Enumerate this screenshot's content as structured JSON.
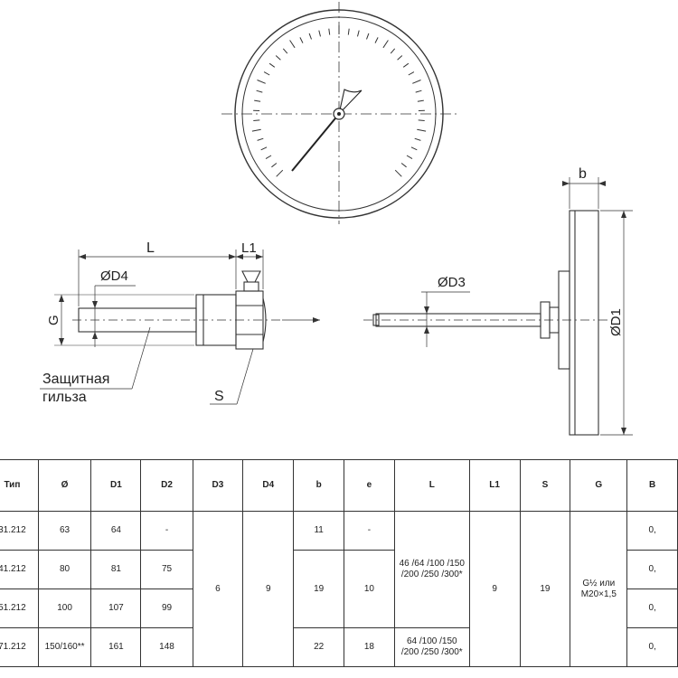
{
  "drawing": {
    "labels": {
      "L": "L",
      "L1": "L1",
      "D4": "ØD4",
      "G": "G",
      "sleeve_line1": "Защитная",
      "sleeve_line2": "гильза",
      "S": "S",
      "D3": "ØD3",
      "b": "b",
      "D1": "ØD1"
    }
  },
  "table": {
    "headers": [
      "Тип",
      "Ø",
      "D1",
      "D2",
      "D3",
      "D4",
      "b",
      "e",
      "L",
      "L1",
      "S",
      "G",
      "B"
    ],
    "rows": [
      [
        "31.212",
        "63",
        "64",
        "-",
        "11",
        "-",
        "0,"
      ],
      [
        "41.212",
        "80",
        "81",
        "75",
        "19",
        "10",
        "0,"
      ],
      [
        "51.212",
        "100",
        "107",
        "99",
        "0,"
      ],
      [
        "71.212",
        "150/160**",
        "161",
        "148",
        "22",
        "18",
        "0,"
      ]
    ],
    "merged": {
      "d3": "6",
      "d4": "9",
      "l1": "9",
      "s": "19",
      "b_rows_2_3": "19",
      "e_rows_2_3": "10",
      "L_rows_1_3": "46 /64 /100 /150 /200 /250 /300*",
      "L_row_4": "64 /100 /150 /200 /250 /300*",
      "G": "G½ или M20×1,5"
    }
  }
}
